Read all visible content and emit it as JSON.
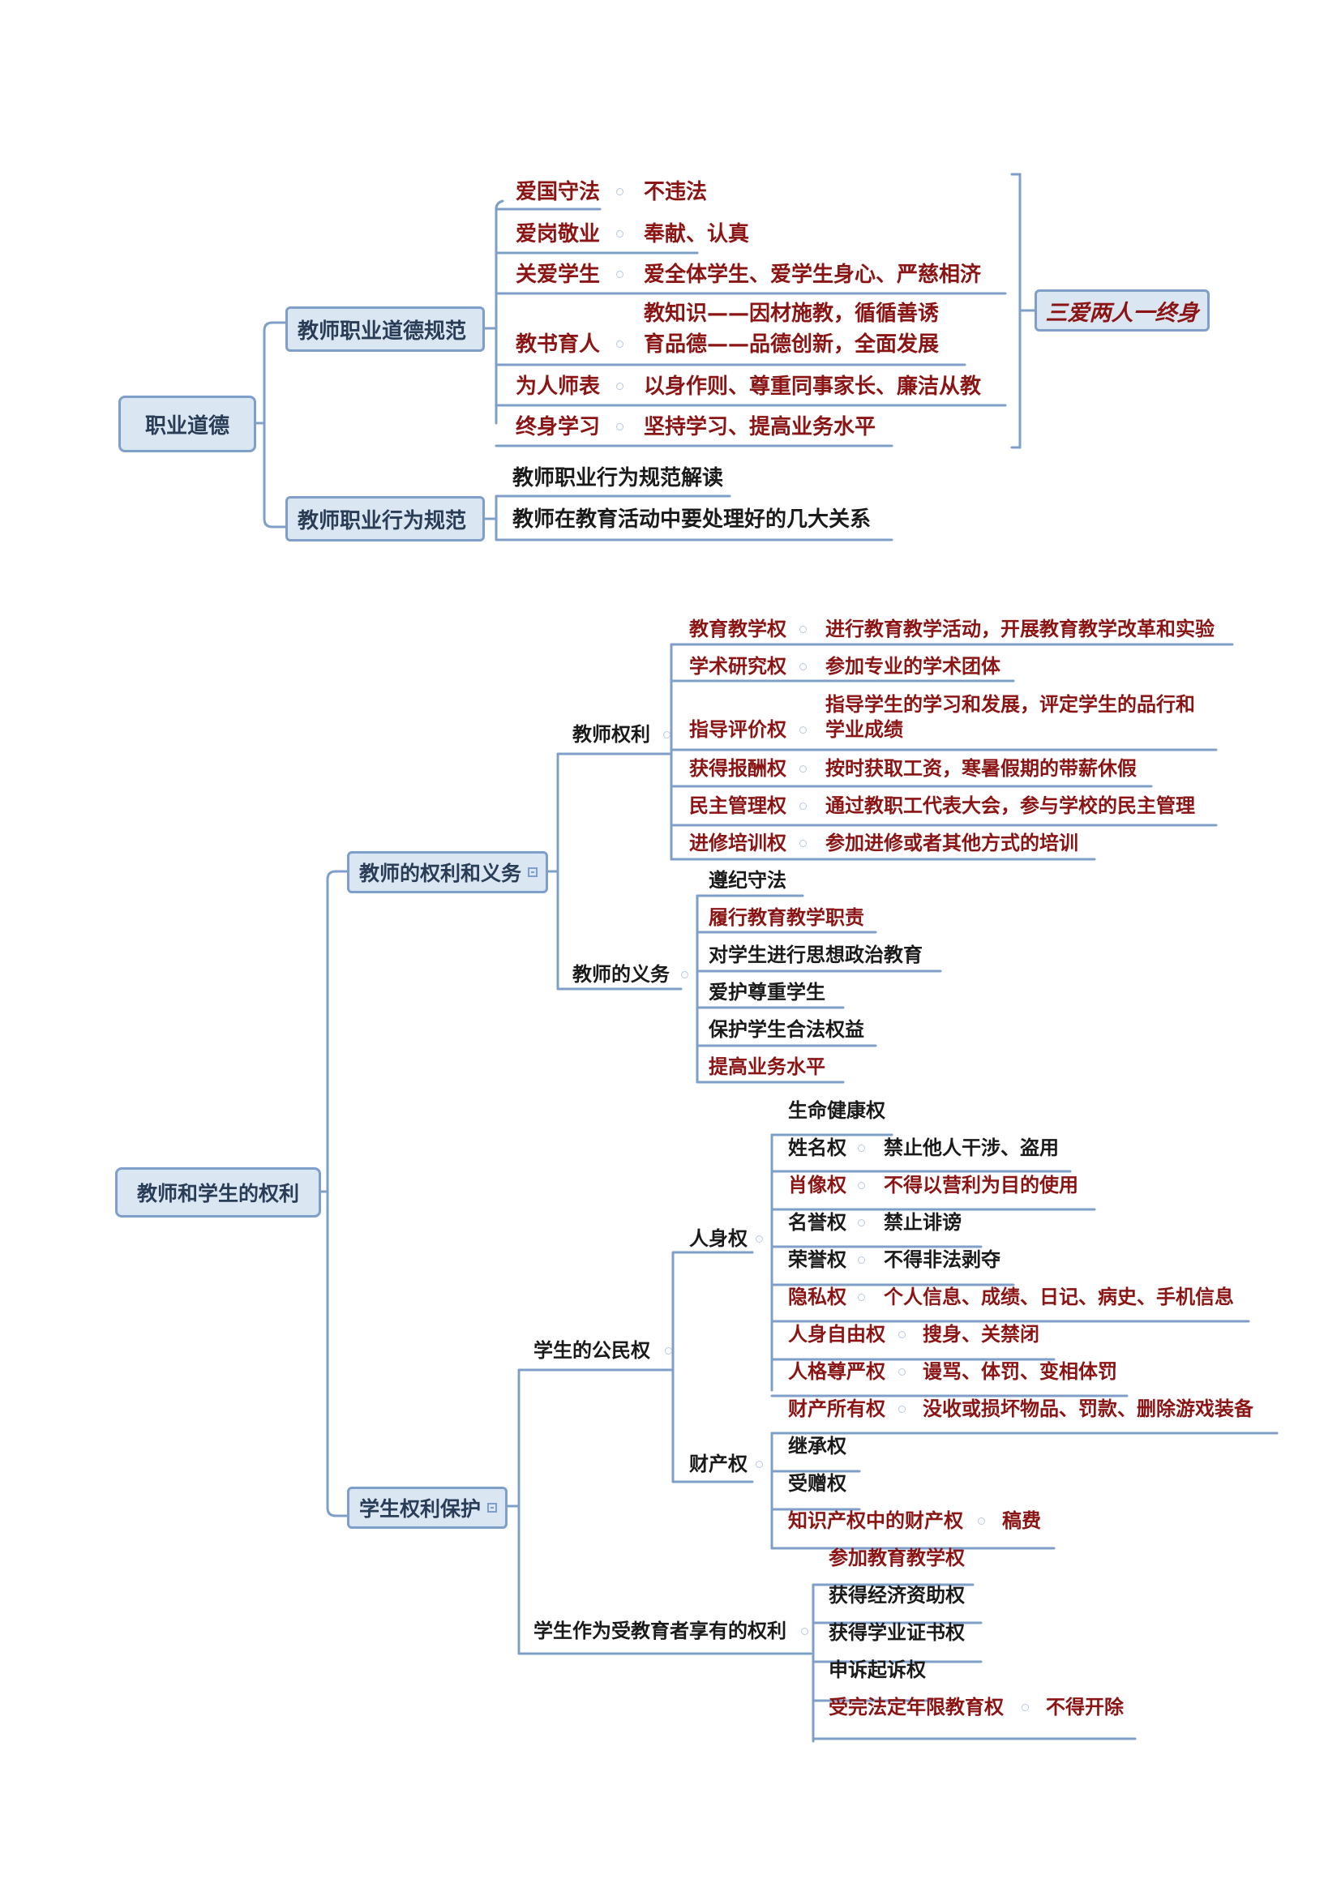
{
  "section1": {
    "root": "职业道德",
    "branch1": "教师职业道德规范",
    "branch2": "教师职业行为规范",
    "items": [
      {
        "label": "爱国守法",
        "detail": "不违法"
      },
      {
        "label": "爱岗敬业",
        "detail": "奉献、认真"
      },
      {
        "label": "关爱学生",
        "detail": "爱全体学生、爱学生身心、严慈相济"
      },
      {
        "label": "教书育人",
        "detail_line1": "教知识——因材施教，循循善诱",
        "detail_line2": "育品德——品德创新，全面发展"
      },
      {
        "label": "为人师表",
        "detail": "以身作则、尊重同事家长、廉洁从教"
      },
      {
        "label": "终身学习",
        "detail": "坚持学习、提高业务水平"
      }
    ],
    "summary": "三爱两人一终身",
    "behavior": [
      "教师职业行为规范解读",
      "教师在教育活动中要处理好的几大关系"
    ]
  },
  "section2": {
    "root": "教师和学生的权利",
    "teacher_node": "教师的权利和义务",
    "teacher_rights": {
      "label": "教师权利",
      "items": [
        {
          "label": "教育教学权",
          "detail": "进行教育教学活动，开展教育教学改革和实验"
        },
        {
          "label": "学术研究权",
          "detail": "参加专业的学术团体"
        },
        {
          "label": "指导评价权",
          "detail_line1": "指导学生的学习和发展，评定学生的品行和",
          "detail_line2": "学业成绩"
        },
        {
          "label": "获得报酬权",
          "detail": "按时获取工资，寒暑假期的带薪休假"
        },
        {
          "label": "民主管理权",
          "detail": "通过教职工代表大会，参与学校的民主管理"
        },
        {
          "label": "进修培训权",
          "detail": "参加进修或者其他方式的培训"
        }
      ]
    },
    "teacher_duties": {
      "label": "教师的义务",
      "items": [
        "遵纪守法",
        "履行教育教学职责",
        "对学生进行思想政治教育",
        "爱护尊重学生",
        "保护学生合法权益",
        "提高业务水平"
      ]
    },
    "student_node": "学生权利保护",
    "citizen": {
      "label": "学生的公民权",
      "personal": {
        "label": "人身权",
        "items": [
          {
            "label": "生命健康权"
          },
          {
            "label": "姓名权",
            "detail": "禁止他人干涉、盗用"
          },
          {
            "label": "肖像权",
            "detail": "不得以营利为目的使用"
          },
          {
            "label": "名誉权",
            "detail": "禁止诽谤"
          },
          {
            "label": "荣誉权",
            "detail": "不得非法剥夺"
          },
          {
            "label": "隐私权",
            "detail": "个人信息、成绩、日记、病史、手机信息"
          },
          {
            "label": "人身自由权",
            "detail": "搜身、关禁闭"
          },
          {
            "label": "人格尊严权",
            "detail": "谩骂、体罚、变相体罚"
          }
        ]
      },
      "property": {
        "label": "财产权",
        "items": [
          {
            "label": "财产所有权",
            "detail": "没收或损坏物品、罚款、删除游戏装备"
          },
          {
            "label": "继承权"
          },
          {
            "label": "受赠权"
          },
          {
            "label": "知识产权中的财产权",
            "detail": "稿费"
          }
        ]
      }
    },
    "educatee": {
      "label": "学生作为受教育者享有的权利",
      "items": [
        {
          "label": "参加教育教学权"
        },
        {
          "label": "获得经济资助权"
        },
        {
          "label": "获得学业证书权"
        },
        {
          "label": "申诉起诉权"
        },
        {
          "label": "受完法定年限教育权",
          "detail": "不得开除"
        }
      ]
    }
  },
  "colors": {
    "dark_text": "#1a1a1a",
    "red_text": "#8b1414",
    "node_fill": "#dbe6f3",
    "node_border": "#7f9fc9",
    "line": "#7f9fc9"
  }
}
